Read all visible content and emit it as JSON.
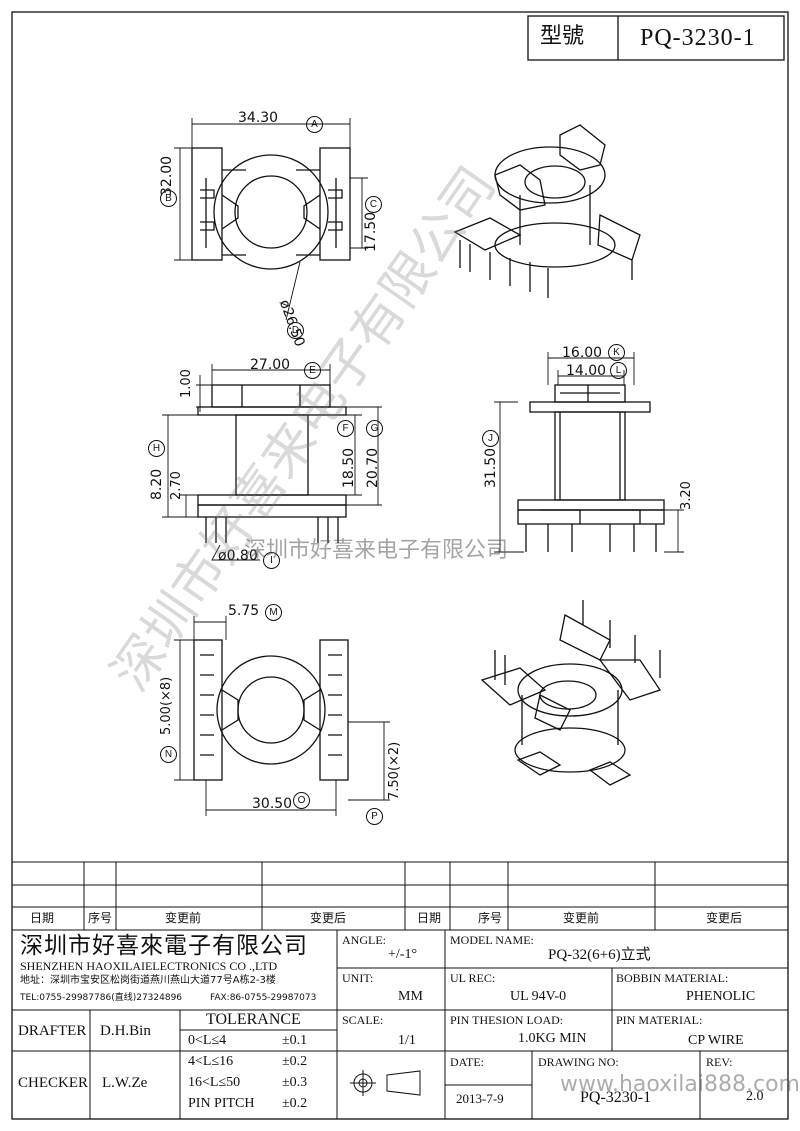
{
  "header": {
    "model_label": "型號",
    "model_value": "PQ-3230-1"
  },
  "dims": {
    "A": "34.30",
    "B": "32.00",
    "C": "17.50",
    "D": "ø26.50",
    "E": "27.00",
    "F": "18.50",
    "G": "20.70",
    "H": "8.20",
    "H2": "2.70",
    "top_gap": "1.00",
    "I": "ø0.80",
    "K": "16.00",
    "L": "14.00",
    "J": "31.50",
    "J2": "3.20",
    "M": "5.75",
    "N": "5.00(×8)",
    "O": "30.50",
    "P": "7.50(×2)"
  },
  "letters": [
    "A",
    "B",
    "C",
    "D",
    "E",
    "F",
    "G",
    "H",
    "I",
    "J",
    "K",
    "L",
    "M",
    "N",
    "O",
    "P"
  ],
  "watermark": {
    "diag": "深圳市好喜来电子有限公司",
    "mid": "深圳市好喜来电子有限公司",
    "url": "www.haoxilai888.com"
  },
  "revision": {
    "h_date": "日期",
    "h_no": "序号",
    "h_before": "变更前",
    "h_after": "变更后"
  },
  "company": {
    "name_cn": "深圳市好喜來電子有限公司",
    "name_en": "SHENZHEN HAOXILAIELECTRONICS CO .,LTD",
    "address": "地址：深圳市宝安区松岗街道燕川燕山大道77号A栋2-3楼",
    "tel": "TEL:0755-29987786(直线)27324896",
    "fax": "FAX:86-0755-29987073"
  },
  "fields": {
    "angle_label": "ANGLE:",
    "angle_value": "+/-1°",
    "unit_label": "UNIT:",
    "unit_value": "MM",
    "scale_label": "SCALE:",
    "scale_value": "1/1",
    "model_name_label": "MODEL NAME:",
    "model_name_value": "PQ-32(6+6)立式",
    "ul_label": "UL REC:",
    "ul_value": "UL 94V-0",
    "bobbin_label": "BOBBIN MATERIAL:",
    "bobbin_value": "PHENOLIC",
    "pin_load_label": "PIN THESION LOAD:",
    "pin_load_value": "1.0KG MIN",
    "pin_mat_label": "PIN MATERIAL:",
    "pin_mat_value": "CP  WIRE",
    "date_label": "DATE:",
    "date_value": "2013-7-9",
    "drawing_label": "DRAWING NO:",
    "drawing_value": "PQ-3230-1",
    "rev_label": "REV:",
    "rev_value": "2.0"
  },
  "people": {
    "drafter_label": "DRAFTER",
    "drafter_value": "D.H.Bin",
    "checker_label": "CHECKER",
    "checker_value": "L.W.Ze"
  },
  "tolerance": {
    "title": "TOLERANCE",
    "rows": [
      {
        "range": "0<L≤4",
        "tol": "±0.1"
      },
      {
        "range": "4<L≤16",
        "tol": "±0.2"
      },
      {
        "range": "16<L≤50",
        "tol": "±0.3"
      },
      {
        "range": "PIN PITCH",
        "tol": "±0.2"
      }
    ]
  }
}
